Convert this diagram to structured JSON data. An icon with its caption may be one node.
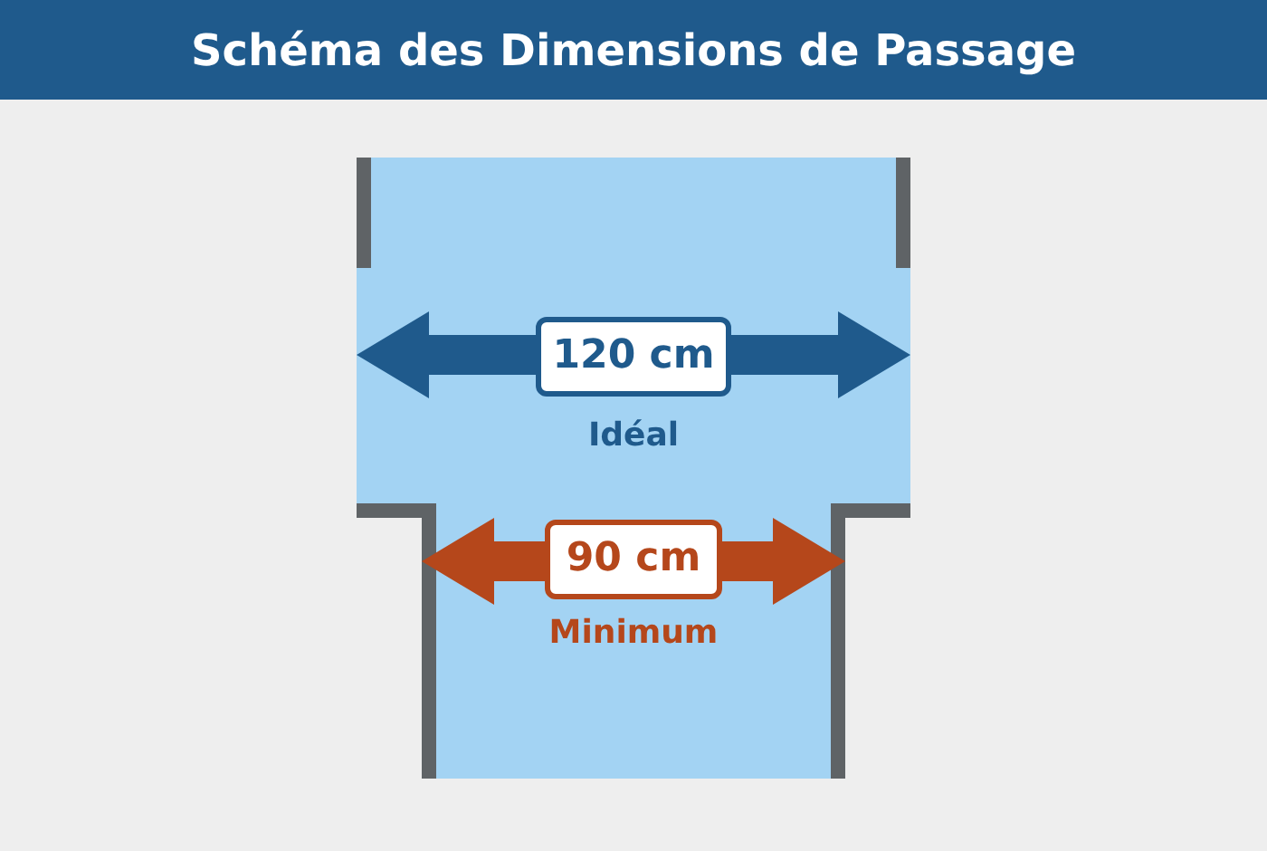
{
  "diagram": {
    "title": "Schéma des Dimensions de Passage",
    "labels": [
      "120 cm",
      "Idéal",
      "90 cm",
      "Minimum"
    ]
  }
}
